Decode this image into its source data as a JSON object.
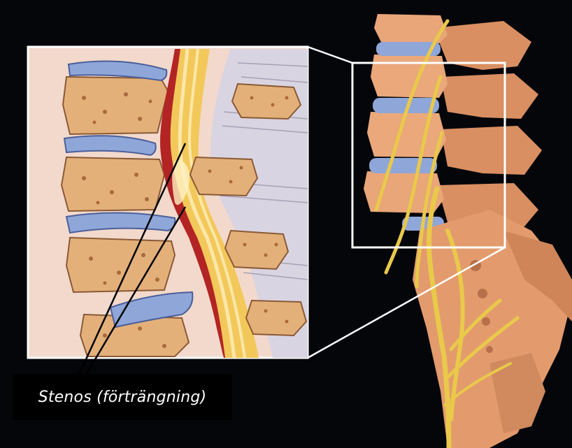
{
  "caption": {
    "label": "Stenos (förträngning)"
  },
  "colors": {
    "background": "#05060a",
    "bone": "#e8a274",
    "disc": "#8fa6d8",
    "nerve": "#e9c94a",
    "inset_background": "#f2d9cc",
    "callout_line": "#000000",
    "frame": "#ffffff"
  },
  "icons": {
    "spine": "lumbar-spine-illustration",
    "inset": "spinal-canal-cross-section"
  }
}
